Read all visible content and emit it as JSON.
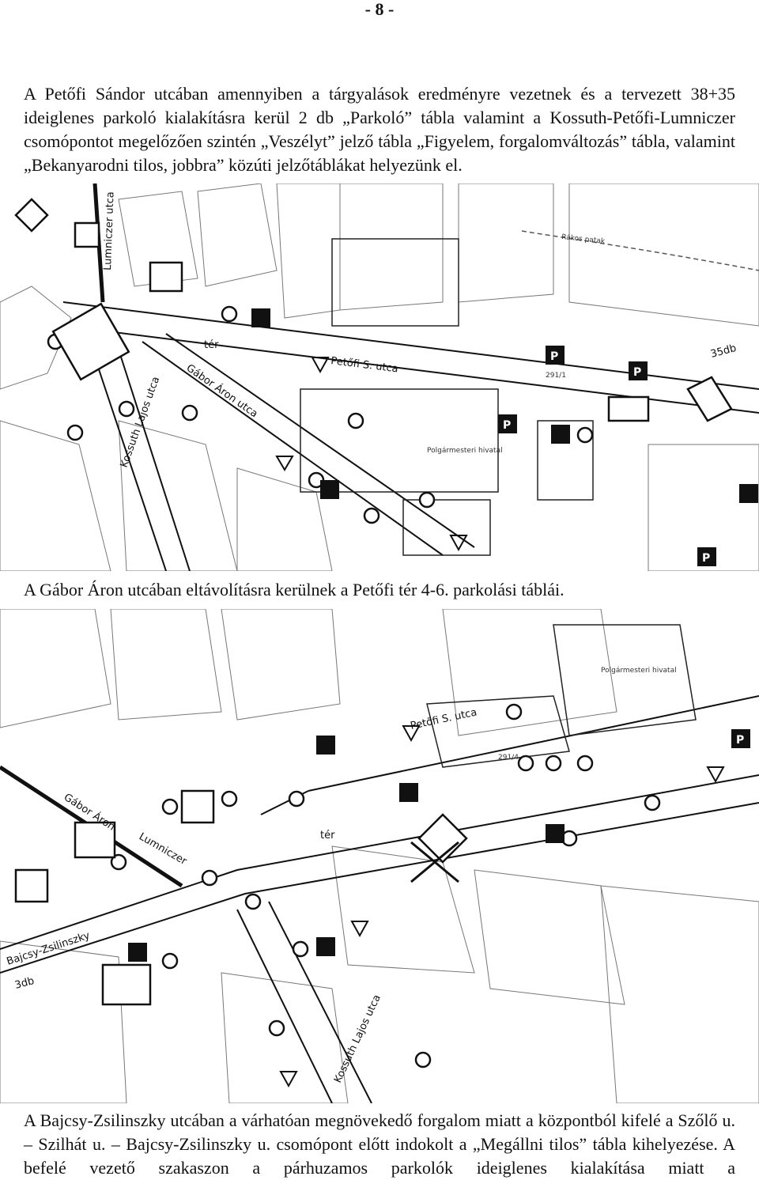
{
  "page_number": "- 8 -",
  "paragraph_1": "A Petőfi Sándor utcában amennyiben a tárgyalások eredményre vezetnek és a tervezett 38+35 ideiglenes parkoló kialakításra kerül 2 db „Parkoló” tábla valamint a Kossuth-Petőfi-Lumniczer csomópontot megelőzően szintén „Veszélyt” jelző tábla „Figyelem, forgalomváltozás” tábla, valamint „Bekanyarodni tilos, jobbra” közúti jelzőtáblákat helyezünk el.",
  "caption_1": "A Gábor Áron utcában eltávolításra kerülnek a Petőfi tér 4-6. parkolási táblái.",
  "paragraph_3": "A Bajcsy-Zsilinszky utcában a várható­an megnövekedő forgalom miatt a központból kifelé a Szőlő u. – Szilhát u. – Bajcsy-Zsilinszky u. csomópont előtt indokolt a „Megállni tilos” tábla kihelyezése. A befelé vezető szakaszon a párhuzamos parkolók ideiglenes kialakítása miatt a",
  "map_1": {
    "street_petofi": "Petőfi S. utca",
    "street_gabor": "Gábor Áron utca",
    "street_kossuth": "Kossuth Lajos utca",
    "street_lumniczer": "Lumniczer utca",
    "place_ter": "tér",
    "building_label": "Polgármesteri hivatal",
    "stream": "Rákos patak",
    "count_label": "35db",
    "parcel_label": "291/1",
    "parking_sign": "P"
  },
  "map_2": {
    "street_petofi": "Petőfi S. utca",
    "street_bajcsy": "Bajcsy-Zsilinszky",
    "street_kossuth": "Kossuth Lajos utca",
    "street_lumniczer": "Lumniczer",
    "street_gabor": "Gábor Áron",
    "place_ter": "tér",
    "building_label": "Polgármesteri hivatal",
    "count_label": "3db",
    "parcel_label": "291/4",
    "parking_sign": "P"
  }
}
